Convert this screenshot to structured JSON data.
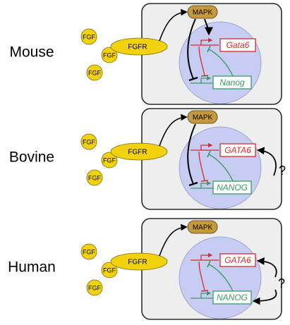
{
  "ligand_label": "FGF",
  "receptor_label": "FGFR",
  "kinase_label": "MAPK",
  "unknown_regulator_label": "?",
  "colors": {
    "cell_fill": "#eeeeee",
    "nucleus_fill": "#c7cdf2",
    "ligand_fill": "#f2d20f",
    "kinase_fill": "#c59a3f",
    "gata6": "#d62b2b",
    "nanog": "#3a9a63"
  },
  "panels": [
    {
      "species": "Mouse",
      "gata6_label": "Gata6",
      "nanog_label": "Nanog",
      "mapk_to_gata6_activation": true,
      "mapk_to_nanog_repression": true,
      "unknown_regulator": "none"
    },
    {
      "species": "Bovine",
      "gata6_label": "GATA6",
      "nanog_label": "NANOG",
      "mapk_to_gata6_activation": false,
      "mapk_to_nanog_repression": true,
      "unknown_regulator": "GATA6"
    },
    {
      "species": "Human",
      "gata6_label": "GATA6",
      "nanog_label": "NANOG",
      "mapk_to_gata6_activation": false,
      "mapk_to_nanog_repression": false,
      "unknown_regulator": "GATA6 and NANOG"
    }
  ]
}
